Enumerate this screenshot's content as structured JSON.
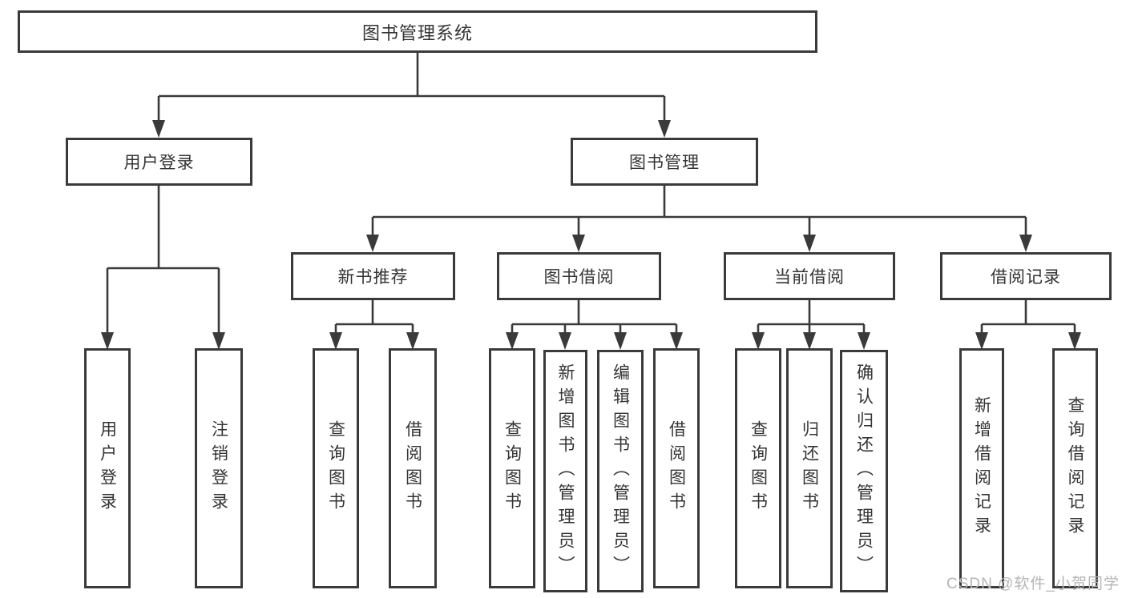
{
  "diagram": {
    "root": {
      "label": "图书管理系统"
    },
    "level2": [
      {
        "label": "用户登录"
      },
      {
        "label": "图书管理"
      }
    ],
    "level3": [
      {
        "label": "新书推荐"
      },
      {
        "label": "图书借阅"
      },
      {
        "label": "当前借阅"
      },
      {
        "label": "借阅记录"
      }
    ],
    "leaves": [
      {
        "label": "用户登录"
      },
      {
        "label": "注销登录"
      },
      {
        "label": "查询图书"
      },
      {
        "label": "借阅图书"
      },
      {
        "label": "查询图书"
      },
      {
        "label": "新增图书（管理员）"
      },
      {
        "label": "编辑图书（管理员）"
      },
      {
        "label": "借阅图书"
      },
      {
        "label": "查询图书"
      },
      {
        "label": "归还图书"
      },
      {
        "label": "确认归还（管理员）"
      },
      {
        "label": "新增借阅记录"
      },
      {
        "label": "查询借阅记录"
      }
    ]
  },
  "watermark": {
    "text": "CSDN @软件_小贺同学"
  },
  "colors": {
    "line": "#3a3a3a",
    "text": "#333333",
    "background": "#ffffff",
    "watermark": "#b5b5b5"
  }
}
